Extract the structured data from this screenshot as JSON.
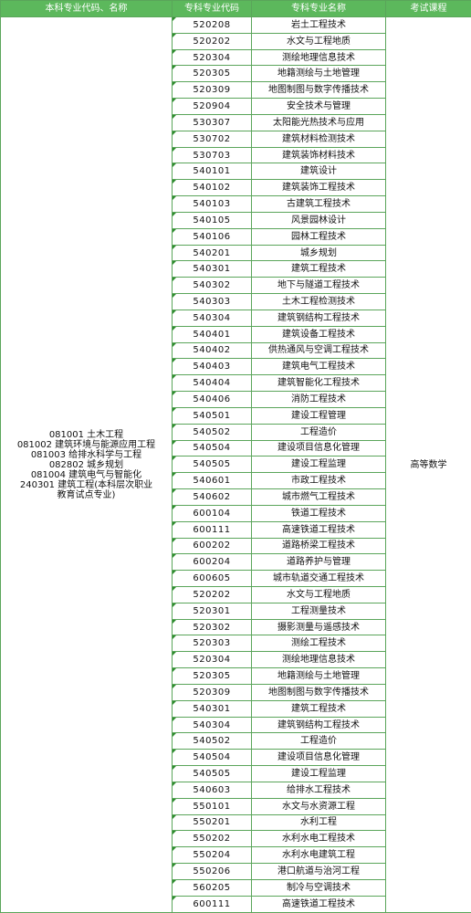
{
  "headers": [
    "本科专业代码、名称",
    "专科专业代码",
    "专科专业名称",
    "考试课程"
  ],
  "undergraduate_majors": [
    "081001 土木工程",
    "081002 建筑环境与能源应用工程",
    "081003 给排水科学与工程",
    "082802 城乡规划",
    "081004 建筑电气与智能化",
    "240301 建筑工程(本科层次职业",
    "教育试点专业)"
  ],
  "exam_course": "高等数学",
  "rows": [
    {
      "code": "520208",
      "name": "岩土工程技术"
    },
    {
      "code": "520202",
      "name": "水文与工程地质"
    },
    {
      "code": "520304",
      "name": "测绘地理信息技术"
    },
    {
      "code": "520305",
      "name": "地籍测绘与土地管理"
    },
    {
      "code": "520309",
      "name": "地图制图与数字传播技术"
    },
    {
      "code": "520904",
      "name": "安全技术与管理"
    },
    {
      "code": "530307",
      "name": "太阳能光热技术与应用"
    },
    {
      "code": "530702",
      "name": "建筑材料检测技术"
    },
    {
      "code": "530703",
      "name": "建筑装饰材料技术"
    },
    {
      "code": "540101",
      "name": "建筑设计"
    },
    {
      "code": "540102",
      "name": "建筑装饰工程技术"
    },
    {
      "code": "540103",
      "name": "古建筑工程技术"
    },
    {
      "code": "540105",
      "name": "风景园林设计"
    },
    {
      "code": "540106",
      "name": "园林工程技术"
    },
    {
      "code": "540201",
      "name": "城乡规划"
    },
    {
      "code": "540301",
      "name": "建筑工程技术"
    },
    {
      "code": "540302",
      "name": "地下与隧道工程技术"
    },
    {
      "code": "540303",
      "name": "土木工程检测技术"
    },
    {
      "code": "540304",
      "name": "建筑钢结构工程技术"
    },
    {
      "code": "540401",
      "name": "建筑设备工程技术"
    },
    {
      "code": "540402",
      "name": "供热通风与空调工程技术"
    },
    {
      "code": "540403",
      "name": "建筑电气工程技术"
    },
    {
      "code": "540404",
      "name": "建筑智能化工程技术"
    },
    {
      "code": "540406",
      "name": "消防工程技术"
    },
    {
      "code": "540501",
      "name": "建设工程管理"
    },
    {
      "code": "540502",
      "name": "工程造价"
    },
    {
      "code": "540504",
      "name": "建设项目信息化管理"
    },
    {
      "code": "540505",
      "name": "建设工程监理"
    },
    {
      "code": "540601",
      "name": "市政工程技术"
    },
    {
      "code": "540602",
      "name": "城市燃气工程技术"
    },
    {
      "code": "600104",
      "name": "铁道工程技术"
    },
    {
      "code": "600111",
      "name": "高速铁道工程技术"
    },
    {
      "code": "600202",
      "name": "道路桥梁工程技术"
    },
    {
      "code": "600204",
      "name": "道路养护与管理"
    },
    {
      "code": "600605",
      "name": "城市轨道交通工程技术"
    },
    {
      "code": "520202",
      "name": "水文与工程地质"
    },
    {
      "code": "520301",
      "name": "工程测量技术"
    },
    {
      "code": "520302",
      "name": "摄影测量与遥感技术"
    },
    {
      "code": "520303",
      "name": "测绘工程技术"
    },
    {
      "code": "520304",
      "name": "测绘地理信息技术"
    },
    {
      "code": "520305",
      "name": "地籍测绘与土地管理"
    },
    {
      "code": "520309",
      "name": "地图制图与数字传播技术"
    },
    {
      "code": "540301",
      "name": "建筑工程技术"
    },
    {
      "code": "540304",
      "name": "建筑钢结构工程技术"
    },
    {
      "code": "540502",
      "name": "工程造价"
    },
    {
      "code": "540504",
      "name": "建设项目信息化管理"
    },
    {
      "code": "540505",
      "name": "建设工程监理"
    },
    {
      "code": "540603",
      "name": "给排水工程技术"
    },
    {
      "code": "550101",
      "name": "水文与水资源工程"
    },
    {
      "code": "550201",
      "name": "水利工程"
    },
    {
      "code": "550202",
      "name": "水利水电工程技术"
    },
    {
      "code": "550204",
      "name": "水利水电建筑工程"
    },
    {
      "code": "550206",
      "name": "港口航道与治河工程"
    },
    {
      "code": "560205",
      "name": "制冷与空调技术"
    },
    {
      "code": "600111",
      "name": "高速铁道工程技术"
    }
  ]
}
